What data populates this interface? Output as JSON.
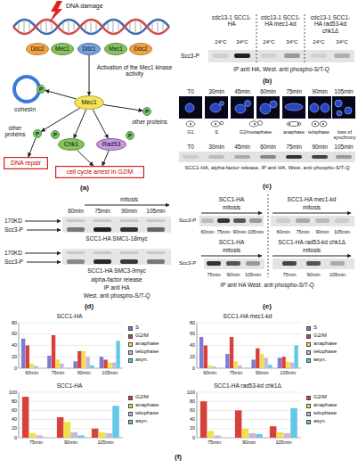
{
  "diagram": {
    "nodes": [
      {
        "text": [
          "Ddc2"
        ]
      },
      {
        "text": [
          "Mec1"
        ]
      },
      {
        "text": [
          "Ddc1"
        ]
      },
      {
        "text": [
          "Mec1"
        ]
      },
      {
        "text": [
          "Ddc2"
        ]
      },
      {
        "text": [
          "Mec1"
        ]
      },
      {
        "text": [
          "P"
        ]
      },
      {
        "text": [
          "P"
        ]
      },
      {
        "text": [
          "P"
        ]
      },
      {
        "text": [
          "Chk1"
        ]
      },
      {
        "text": [
          "P"
        ]
      },
      {
        "text": [
          "Rad53"
        ]
      },
      {
        "text": [
          "P"
        ]
      },
      {
        "text": [
          "DNA repair"
        ]
      },
      {
        "text": [
          "cell cycle arrest in G2/M"
        ]
      }
    ],
    "edges": [
      {
        "from": 2,
        "to": 5,
        "arrow": "to"
      },
      {
        "from": 5,
        "to": 6,
        "arrow": "to"
      },
      {
        "from": 5,
        "to": 7,
        "arrow": "to"
      },
      {
        "from": 5,
        "to": 9,
        "arrow": "to"
      },
      {
        "from": 5,
        "to": 11,
        "arrow": "to"
      },
      {
        "from": 5,
        "to": 12,
        "arrow": "to"
      },
      {
        "from": 7,
        "to": 13,
        "arrow": "to"
      },
      {
        "from": 9,
        "to": 14,
        "arrow": "to"
      },
      {
        "from": 11,
        "to": 14,
        "arrow": "to"
      }
    ],
    "labels": [
      "DNA damage",
      "Activation of the Mec1 kinase activity",
      "cohesin",
      "other proteins",
      "other proteins",
      "(a)",
      "cdc13-1 SCC1-HA",
      "cdc13-1 SCC1-HA mec1-kd",
      "cdc13-1 SCC1-HA rad53-kd chk1Δ",
      "24°C",
      "34°C",
      "24°C",
      "34°C",
      "24°C",
      "34°C",
      "Scc3-P",
      "IP anti HA, West. anti phospho-S/T-Q",
      "(b)",
      "T0",
      "30min",
      "45min",
      "60min",
      "75min",
      "90min",
      "105min",
      "G1",
      "S",
      "G2/metaphase",
      "anaphase",
      "telophase",
      "loss of synchrony",
      "T0",
      "30min",
      "45min",
      "60min",
      "75min",
      "90min",
      "105min",
      "SCC1-HA, alpha-factor release, IP anti HA, West. anti phospho-S/T-Q",
      "(c)",
      "mitosis",
      "60min",
      "75min",
      "90min",
      "105min",
      "170KD",
      "Scc3-P",
      "SCC1-HA SMC1-18myc",
      "170KD",
      "Scc3-P",
      "SCC1-HA SMC3-9myc",
      "alpha-factor release",
      "IP anti HA",
      "West. anti phospho-S/T-Q",
      "(d)",
      "SCC1-HA",
      "SCC1-HA mec1-kd",
      "mitosis",
      "mitosis",
      "Scc3-P",
      "60min",
      "75min",
      "90min",
      "105min",
      "60min",
      "75min",
      "90min",
      "105min",
      "SCC1-HA",
      "SCC1-HA rad53-kd chk1Δ",
      "mitosis",
      "mitosis",
      "Scc3-P",
      "75min",
      "90min",
      "105min",
      "75min",
      "90min",
      "105min",
      "IP anti HA West. anti phospho-S/T-Q",
      "(e)",
      "SCC1-HA",
      "0",
      "20",
      "40",
      "60",
      "80",
      "60min",
      "75min",
      "90min",
      "105min",
      "SCC1-HA mec1-kd",
      "0",
      "20",
      "40",
      "60",
      "80",
      "60min",
      "75min",
      "90min",
      "105min",
      "SCC1-HA",
      "0",
      "20",
      "40",
      "60",
      "80",
      "100",
      "75min",
      "90min",
      "105min",
      "SCC1-HA rad53-kd chk1Δ",
      "0",
      "20",
      "40",
      "60",
      "80",
      "100",
      "75min",
      "90min",
      "105min",
      "(f)"
    ],
    "legend": [
      {
        "text": "S",
        "color": "#7b7bd6"
      },
      {
        "text": "G2/M",
        "color": "#d9403a"
      },
      {
        "text": "anaphase",
        "color": "#f2df4a"
      },
      {
        "text": "telophase",
        "color": "#c8b8d8"
      },
      {
        "text": "asyn.",
        "color": "#63c7e8"
      },
      {
        "text": "S",
        "color": "#7b7bd6"
      },
      {
        "text": "G2/M",
        "color": "#d9403a"
      },
      {
        "text": "anaphase",
        "color": "#f2df4a"
      },
      {
        "text": "telophase",
        "color": "#c8b8d8"
      },
      {
        "text": "asyn.",
        "color": "#63c7e8"
      },
      {
        "text": "G2/M",
        "color": "#d9403a"
      },
      {
        "text": "anaphase",
        "color": "#f2df4a"
      },
      {
        "text": "telophase",
        "color": "#c8b8d8"
      },
      {
        "text": "asyn.",
        "color": "#63c7e8"
      },
      {
        "text": "G2/M",
        "color": "#d9403a"
      },
      {
        "text": "anaphase",
        "color": "#f2df4a"
      },
      {
        "text": "telophase",
        "color": "#c8b8d8"
      },
      {
        "text": "asyn.",
        "color": "#63c7e8"
      }
    ]
  }
}
